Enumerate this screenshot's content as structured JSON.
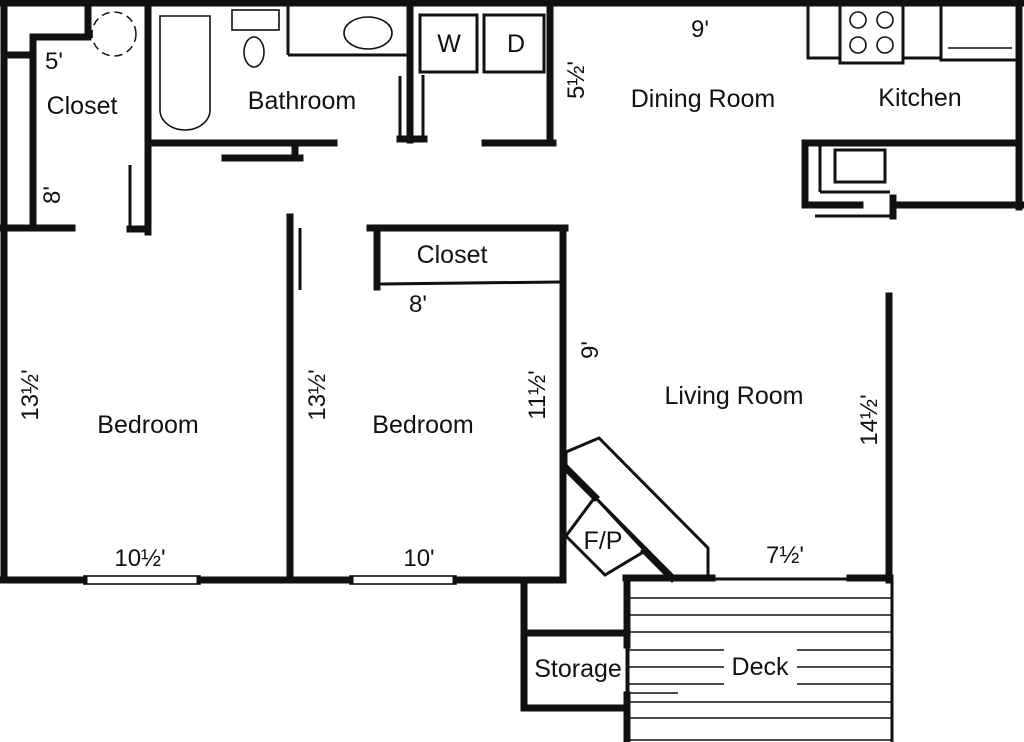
{
  "rooms": {
    "closet1": "Closet",
    "bathroom": "Bathroom",
    "washer": "W",
    "dryer": "D",
    "dining": "Dining Room",
    "kitchen": "Kitchen",
    "closet2": "Closet",
    "bedroom1": "Bedroom",
    "bedroom2": "Bedroom",
    "living": "Living Room",
    "fireplace": "F/P",
    "storage": "Storage",
    "deck": "Deck"
  },
  "dimensions": {
    "closet1_width": "5'",
    "closet1_depth": "8'",
    "laundry": "5½'",
    "dining": "9'",
    "closet2_width": "8'",
    "living_width": "9'",
    "bedroom1_depth": "13½'",
    "bedroom1_width": "10½'",
    "bedroom2_depth": "13½'",
    "bedroom2_side": "11½'",
    "bedroom2_width": "10'",
    "living_depth": "14½'",
    "deck_door": "7½'"
  }
}
